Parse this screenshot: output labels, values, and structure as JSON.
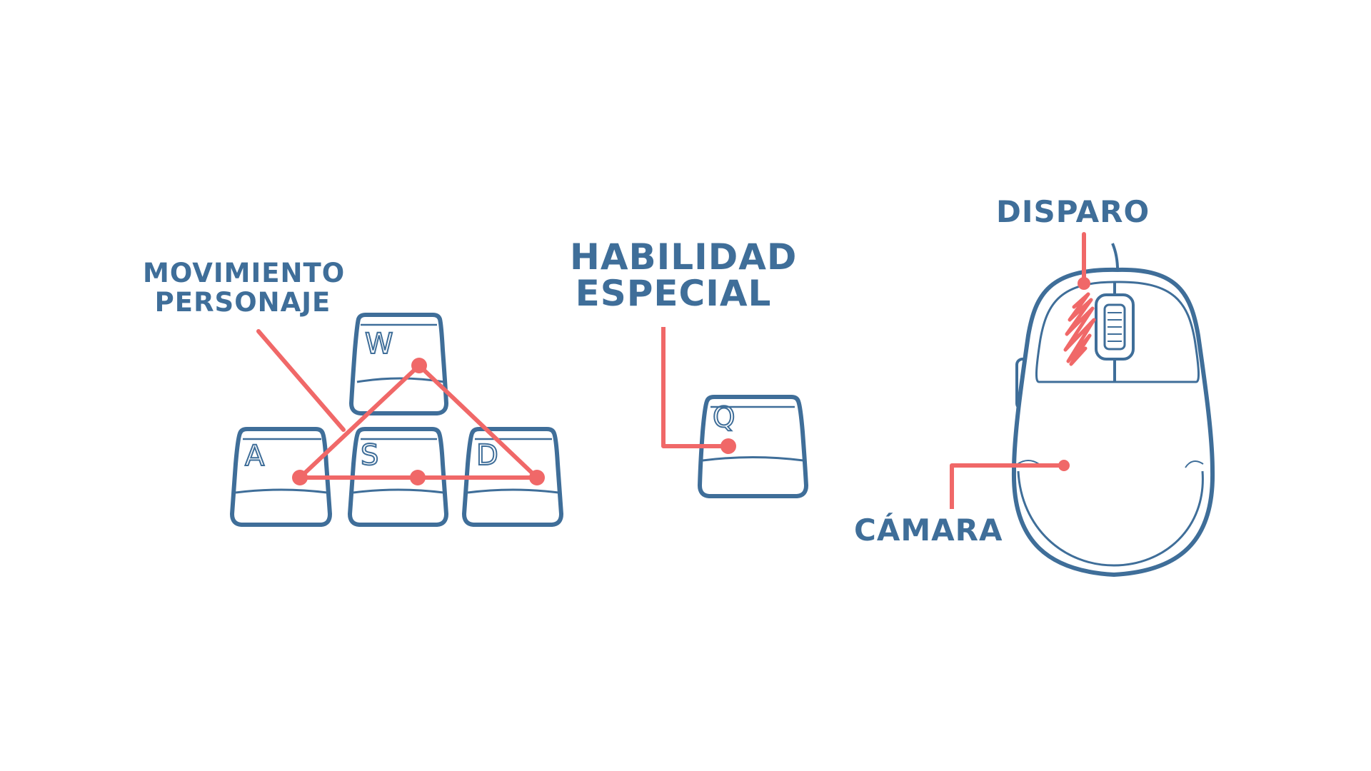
{
  "labels": {
    "movement": [
      "MOVIMIENTO",
      "PERSONAJE"
    ],
    "special": [
      "HABILIDAD",
      "ESPECIAL"
    ],
    "fire": "DISPARO",
    "camera": "CÁMARA"
  },
  "keys": {
    "w": "W",
    "a": "A",
    "s": "S",
    "d": "D",
    "q": "Q"
  },
  "colors": {
    "ink": "#3f6e99",
    "accent": "#f06868",
    "background": "#ffffff"
  }
}
